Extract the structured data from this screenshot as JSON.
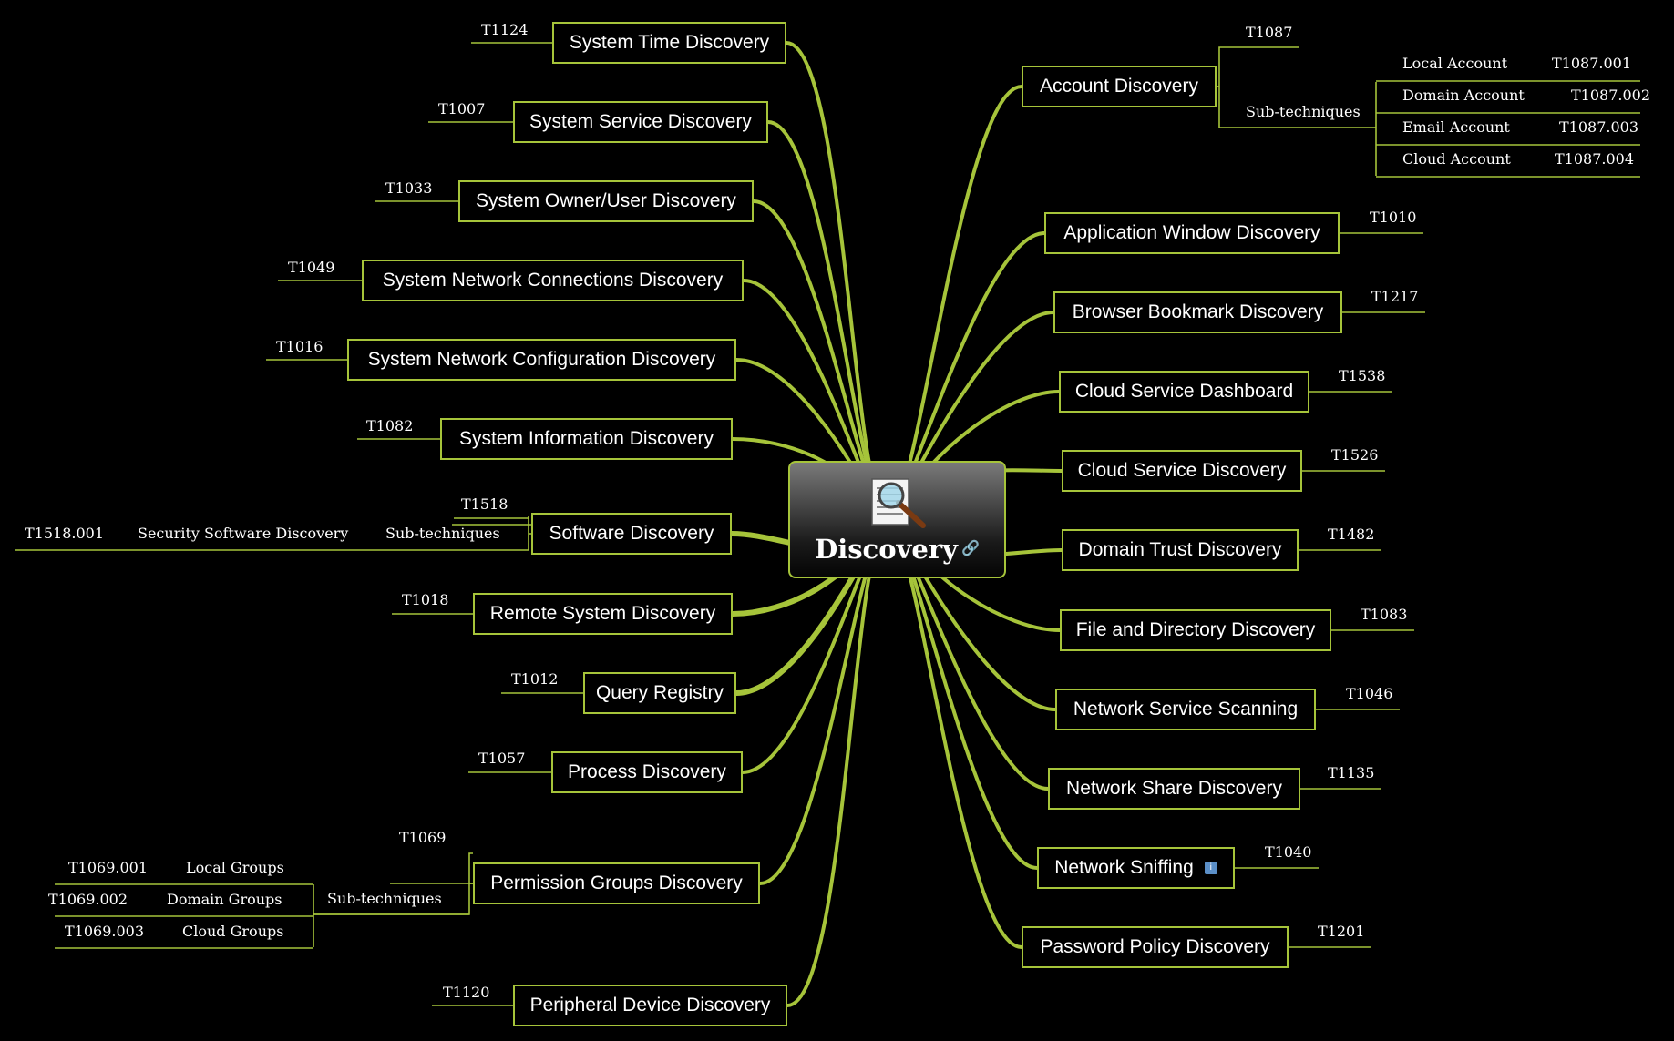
{
  "center": {
    "title": "Discovery",
    "icon": "magnifier-document-icon",
    "link_icon": "link-icon"
  },
  "left": [
    {
      "name": "System Time Discovery",
      "id": "T1124"
    },
    {
      "name": "System Service Discovery",
      "id": "T1007"
    },
    {
      "name": "System Owner/User Discovery",
      "id": "T1033"
    },
    {
      "name": "System Network Connections Discovery",
      "id": "T1049"
    },
    {
      "name": "System Network Configuration Discovery",
      "id": "T1016"
    },
    {
      "name": "System Information Discovery",
      "id": "T1082"
    },
    {
      "name": "Software Discovery",
      "id": "T1518",
      "sub_label": "Sub-techniques",
      "subs": [
        {
          "name": "Security Software Discovery",
          "id": "T1518.001"
        }
      ]
    },
    {
      "name": "Remote System Discovery",
      "id": "T1018"
    },
    {
      "name": "Query Registry",
      "id": "T1012"
    },
    {
      "name": "Process Discovery",
      "id": "T1057"
    },
    {
      "name": "Permission Groups Discovery",
      "id": "T1069",
      "sub_label": "Sub-techniques",
      "subs": [
        {
          "name": "Local Groups",
          "id": "T1069.001"
        },
        {
          "name": "Domain Groups",
          "id": "T1069.002"
        },
        {
          "name": "Cloud Groups",
          "id": "T1069.003"
        }
      ]
    },
    {
      "name": "Peripheral Device Discovery",
      "id": "T1120"
    }
  ],
  "right": [
    {
      "name": "Account Discovery",
      "id": "T1087",
      "sub_label": "Sub-techniques",
      "subs": [
        {
          "name": "Local Account",
          "id": "T1087.001"
        },
        {
          "name": "Domain Account",
          "id": "T1087.002"
        },
        {
          "name": "Email Account",
          "id": "T1087.003"
        },
        {
          "name": "Cloud Account",
          "id": "T1087.004"
        }
      ]
    },
    {
      "name": "Application Window Discovery",
      "id": "T1010"
    },
    {
      "name": "Browser Bookmark Discovery",
      "id": "T1217"
    },
    {
      "name": "Cloud Service Dashboard",
      "id": "T1538"
    },
    {
      "name": "Cloud Service Discovery",
      "id": "T1526"
    },
    {
      "name": "Domain Trust Discovery",
      "id": "T1482"
    },
    {
      "name": "File and Directory Discovery",
      "id": "T1083"
    },
    {
      "name": "Network Service Scanning",
      "id": "T1046"
    },
    {
      "name": "Network Share Discovery",
      "id": "T1135"
    },
    {
      "name": "Network Sniffing",
      "id": "T1040",
      "note_icon": "info-icon"
    },
    {
      "name": "Password Policy Discovery",
      "id": "T1201"
    }
  ],
  "colors": {
    "background": "#000000",
    "accent": "#a6c43a",
    "text": "#ffffff"
  }
}
